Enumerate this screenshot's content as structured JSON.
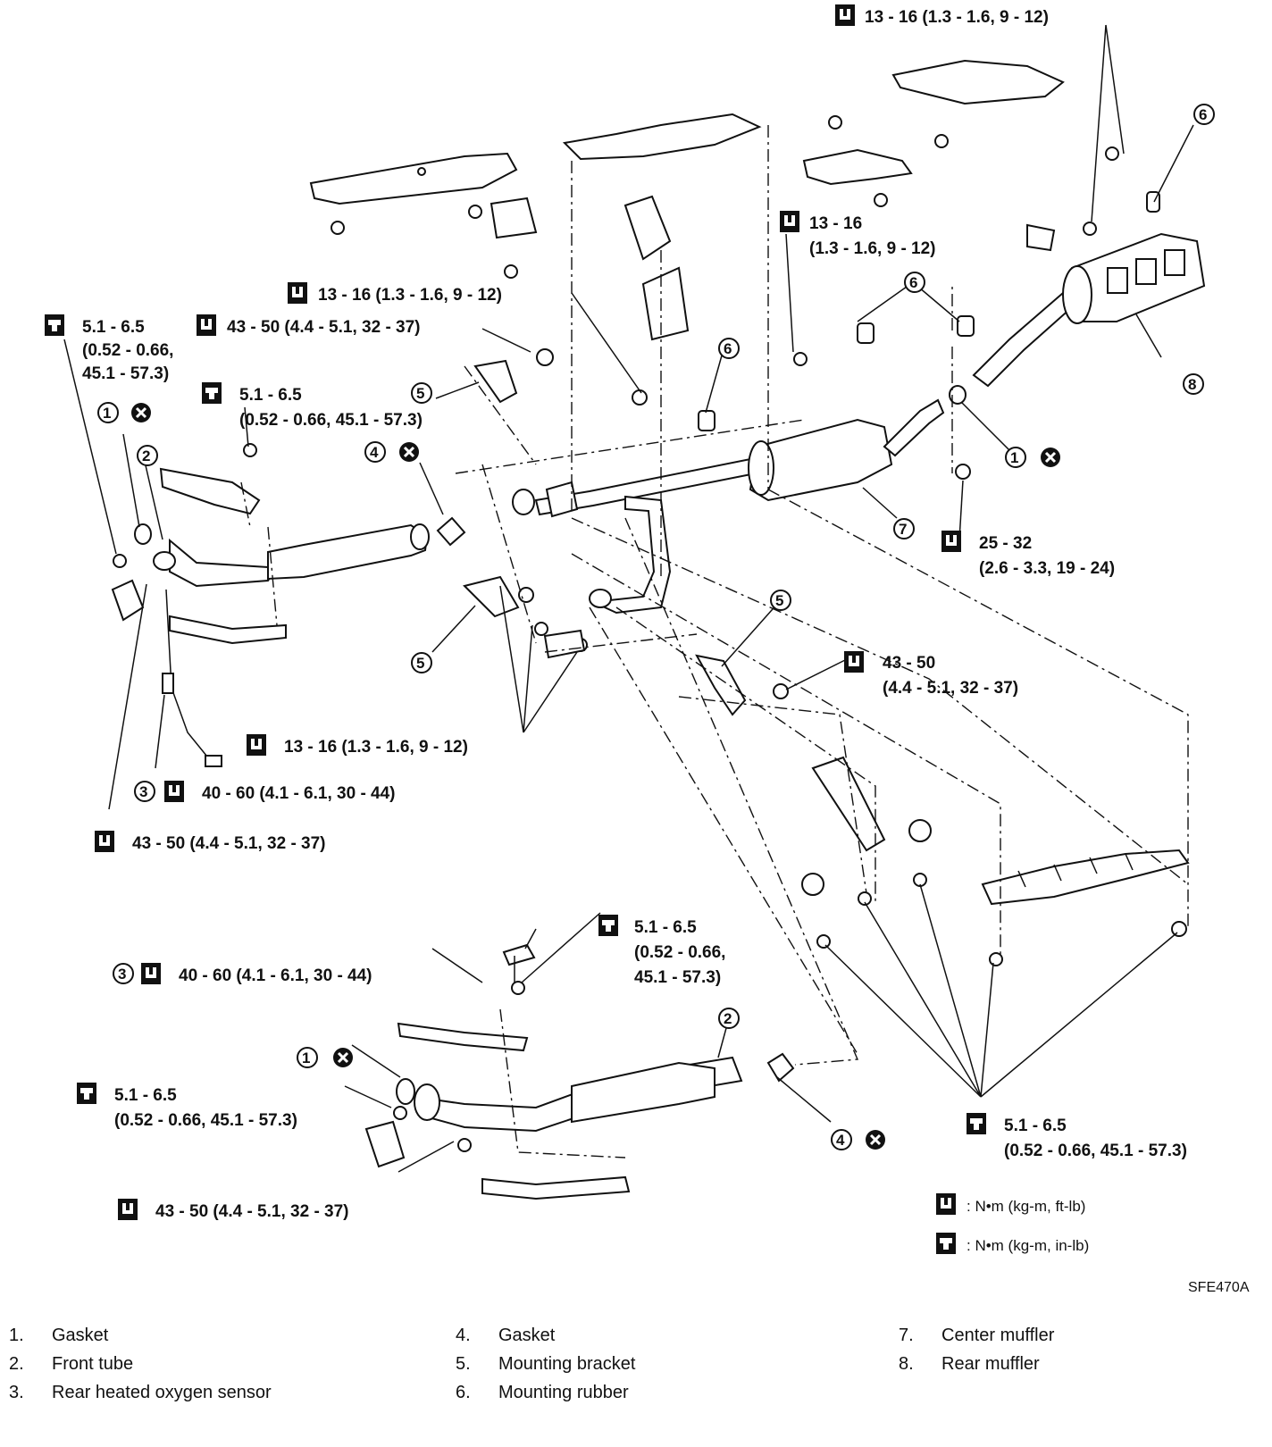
{
  "torque_labels": [
    {
      "id": "t1",
      "text": "13 - 16 (1.3 - 1.6, 9 - 12)",
      "icon": "wrench-ftlb"
    },
    {
      "id": "t2a",
      "text": "13 - 16",
      "icon": "wrench-ftlb"
    },
    {
      "id": "t2b",
      "text": "(1.3 - 1.6, 9 - 12)"
    },
    {
      "id": "t3",
      "text": "13 - 16 (1.3 - 1.6, 9 - 12)",
      "icon": "wrench-ftlb"
    },
    {
      "id": "t4a",
      "text": "5.1 - 6.5",
      "icon": "wrench-inlb"
    },
    {
      "id": "t4b",
      "text": "(0.52 - 0.66,"
    },
    {
      "id": "t4c",
      "text": "45.1 - 57.3)"
    },
    {
      "id": "t5",
      "text": "43 - 50 (4.4 - 5.1, 32 - 37)",
      "icon": "wrench-ftlb"
    },
    {
      "id": "t6a",
      "text": "5.1 - 6.5",
      "icon": "wrench-inlb"
    },
    {
      "id": "t6b",
      "text": "(0.52 - 0.66, 45.1 - 57.3)"
    },
    {
      "id": "t7a",
      "text": "25 - 32",
      "icon": "wrench-ftlb"
    },
    {
      "id": "t7b",
      "text": "(2.6 - 3.3, 19 - 24)"
    },
    {
      "id": "t8a",
      "text": "43 - 50",
      "icon": "wrench-ftlb"
    },
    {
      "id": "t8b",
      "text": "(4.4 - 5.1, 32 - 37)"
    },
    {
      "id": "t9",
      "text": "13 - 16 (1.3 - 1.6, 9 - 12)",
      "icon": "wrench-ftlb"
    },
    {
      "id": "t10",
      "text": "40 - 60 (4.1 - 6.1, 30 - 44)",
      "icon": "wrench-ftlb"
    },
    {
      "id": "t11",
      "text": "43 - 50 (4.4 - 5.1, 32 - 37)",
      "icon": "wrench-ftlb"
    },
    {
      "id": "t12",
      "text": "40 - 60 (4.1 - 6.1, 30 - 44)",
      "icon": "wrench-ftlb"
    },
    {
      "id": "t13a",
      "text": "5.1 - 6.5",
      "icon": "wrench-inlb"
    },
    {
      "id": "t13b",
      "text": "(0.52 - 0.66,"
    },
    {
      "id": "t13c",
      "text": "45.1 - 57.3)"
    },
    {
      "id": "t14a",
      "text": "5.1 - 6.5",
      "icon": "wrench-inlb"
    },
    {
      "id": "t14b",
      "text": "(0.52 - 0.66, 45.1 - 57.3)"
    },
    {
      "id": "t15",
      "text": "43 - 50 (4.4 - 5.1, 32 - 37)",
      "icon": "wrench-ftlb"
    },
    {
      "id": "t16a",
      "text": "5.1 - 6.5",
      "icon": "wrench-inlb"
    },
    {
      "id": "t16b",
      "text": "(0.52 - 0.66, 45.1 - 57.3)"
    }
  ],
  "callouts": [
    "1",
    "2",
    "3",
    "4",
    "5",
    "6",
    "7",
    "8"
  ],
  "torque_legend": [
    {
      "icon": "wrench-ftlb",
      "text": ": N•m (kg-m, ft-lb)"
    },
    {
      "icon": "wrench-inlb",
      "text": ": N•m (kg-m, in-lb)"
    }
  ],
  "figure_code": "SFE470A",
  "parts": [
    {
      "num": "1.",
      "name": "Gasket"
    },
    {
      "num": "2.",
      "name": "Front tube"
    },
    {
      "num": "3.",
      "name": "Rear heated oxygen sensor"
    },
    {
      "num": "4.",
      "name": "Gasket"
    },
    {
      "num": "5.",
      "name": "Mounting bracket"
    },
    {
      "num": "6.",
      "name": "Mounting rubber"
    },
    {
      "num": "7.",
      "name": "Center muffler"
    },
    {
      "num": "8.",
      "name": "Rear muffler"
    }
  ]
}
